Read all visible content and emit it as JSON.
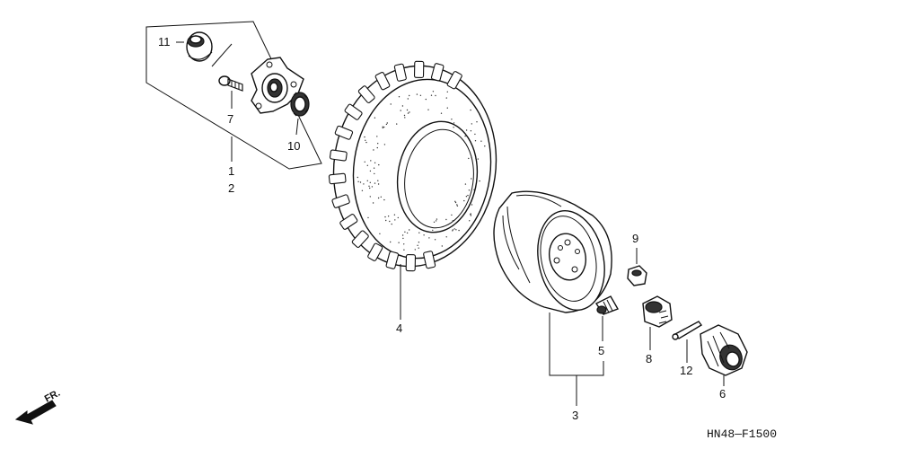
{
  "diagram": {
    "code": "HN48—F1500",
    "direction_label": "FR.",
    "callouts": [
      {
        "id": "1",
        "text": "1"
      },
      {
        "id": "2",
        "text": "2"
      },
      {
        "id": "3",
        "text": "3"
      },
      {
        "id": "4",
        "text": "4"
      },
      {
        "id": "5",
        "text": "5"
      },
      {
        "id": "6",
        "text": "6"
      },
      {
        "id": "7",
        "text": "7"
      },
      {
        "id": "8",
        "text": "8"
      },
      {
        "id": "9",
        "text": "9"
      },
      {
        "id": "10",
        "text": "10"
      },
      {
        "id": "11",
        "text": "11"
      },
      {
        "id": "12",
        "text": "12"
      }
    ]
  }
}
